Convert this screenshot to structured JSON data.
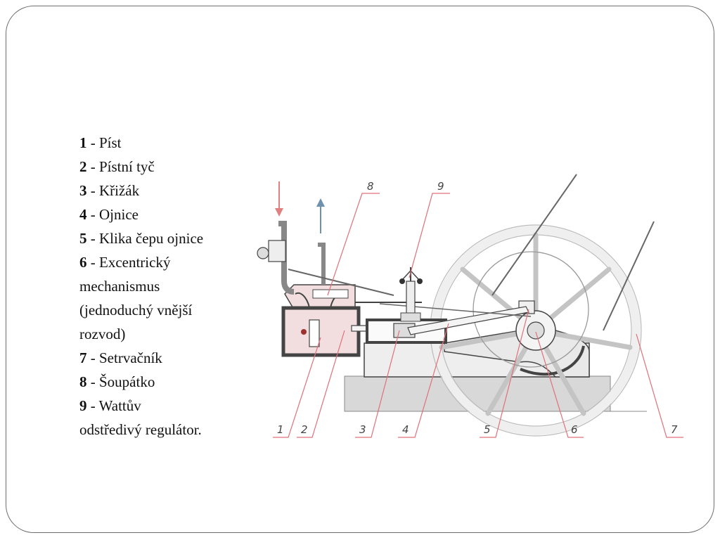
{
  "legend": [
    {
      "num": "1",
      "text": " - Píst"
    },
    {
      "num": "2",
      "text": " - Pístní tyč"
    },
    {
      "num": "3",
      "text": " - Křižák"
    },
    {
      "num": "4",
      "text": " - Ojnice"
    },
    {
      "num": "5",
      "text": " - Klika čepu ojnice"
    },
    {
      "num": "6",
      "text": " - Excentrický mechanismus (jednoduchý vnější rozvod)"
    },
    {
      "num": "7",
      "text": " - Setrvačník"
    },
    {
      "num": "8",
      "text": " - Šoupátko"
    },
    {
      "num": "9",
      "text": " - Wattův odstředivý regulátor."
    }
  ],
  "callouts": [
    "1",
    "2",
    "3",
    "4",
    "5",
    "6",
    "7",
    "8",
    "9"
  ],
  "colors": {
    "callout_line": "#e0707a",
    "inlet_arrow": "#e08080",
    "outlet_arrow": "#7090b0",
    "machine_stroke": "#444444",
    "cylinder_fill": "#f2dede",
    "base_fill": "#d8d8d8",
    "frame_fill": "#eeeeee"
  }
}
